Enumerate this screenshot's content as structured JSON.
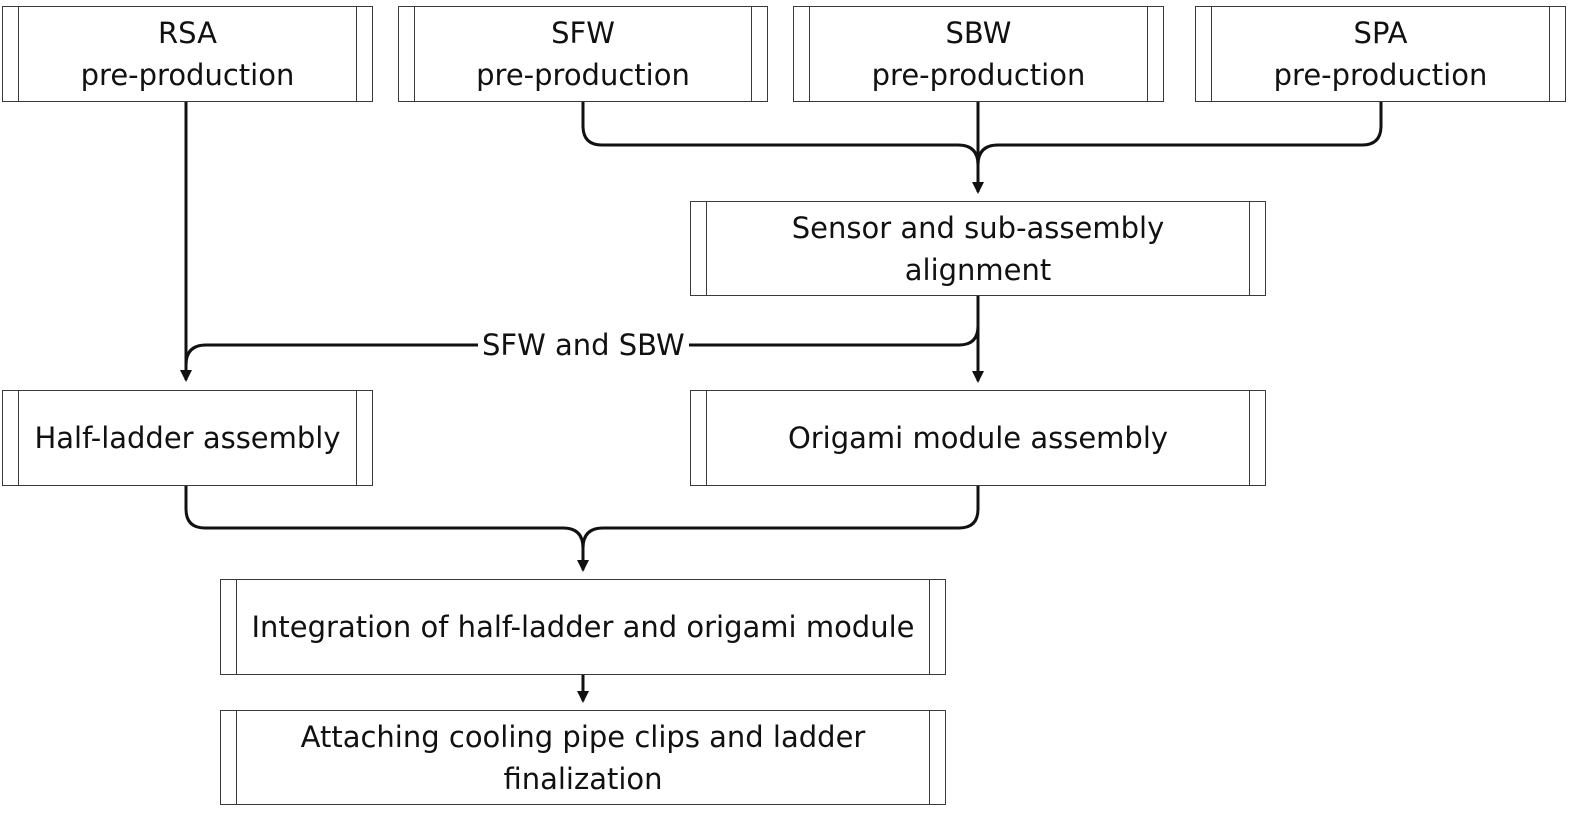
{
  "nodes": {
    "rsa": {
      "line1": "RSA",
      "line2": "pre-production"
    },
    "sfw": {
      "line1": "SFW",
      "line2": "pre-production"
    },
    "sbw": {
      "line1": "SBW",
      "line2": "pre-production"
    },
    "spa": {
      "line1": "SPA",
      "line2": "pre-production"
    },
    "alignment": {
      "label": "Sensor and sub-assembly alignment"
    },
    "half_ladder": {
      "label": "Half-ladder assembly"
    },
    "origami": {
      "label": "Origami module assembly"
    },
    "integration": {
      "label": "Integration of half-ladder and origami module"
    },
    "finalization": {
      "line1": "Attaching cooling pipe clips and ladder",
      "line2": "finalization"
    }
  },
  "edge_labels": {
    "alignment_to_half_ladder": "SFW and SBW"
  },
  "colors": {
    "stroke": "#111111",
    "box_border": "#3a3a3a",
    "text": "#111111"
  }
}
